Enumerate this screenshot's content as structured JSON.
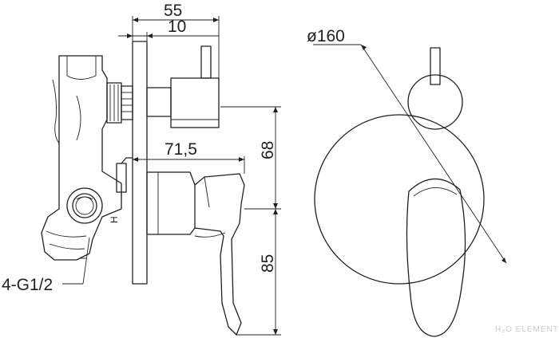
{
  "drawing": {
    "dimensions": {
      "depth_total": "55",
      "depth_plate": "10",
      "handle_reach": "71,5",
      "height_upper": "68",
      "height_lower": "85",
      "diameter": "ø160"
    },
    "labels": {
      "thread": "4-G1/2",
      "hot_marker": "H"
    },
    "watermark": "H₂O ELEMENT"
  }
}
